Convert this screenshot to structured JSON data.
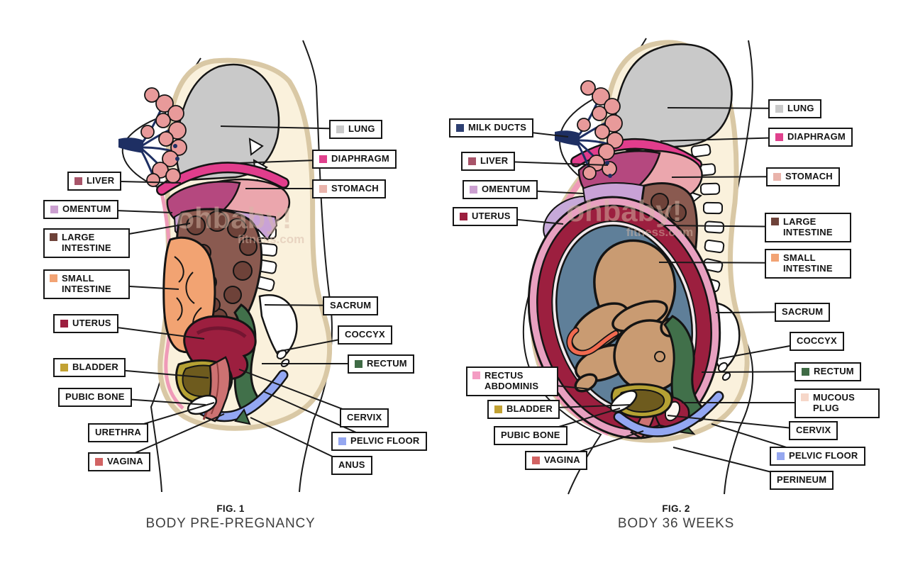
{
  "figures": [
    {
      "id": "fig1",
      "caption_title": "FIG. 1",
      "caption_subtitle": "BODY PRE-PREGNANCY",
      "labels": [
        {
          "text": "LIVER",
          "swatch": "#a85469"
        },
        {
          "text": "OMENTUM",
          "swatch": "#cb9fd0"
        },
        {
          "text": "LARGE INTESTINE",
          "swatch": "#6e4239"
        },
        {
          "text": "SMALL INTESTINE",
          "swatch": "#f2a374"
        },
        {
          "text": "UTERUS",
          "swatch": "#9c1f3f"
        },
        {
          "text": "BLADDER",
          "swatch": "#c2a233"
        },
        {
          "text": "PUBIC BONE"
        },
        {
          "text": "URETHRA"
        },
        {
          "text": "VAGINA",
          "swatch": "#d26363"
        },
        {
          "text": "LUNG",
          "swatch": "#c9c9c9"
        },
        {
          "text": "DIAPHRAGM",
          "swatch": "#e0418d"
        },
        {
          "text": "STOMACH",
          "swatch": "#e9b3ab"
        },
        {
          "text": "SACRUM"
        },
        {
          "text": "COCCYX"
        },
        {
          "text": "RECTUM",
          "swatch": "#3f6b45"
        },
        {
          "text": "CERVIX"
        },
        {
          "text": "PELVIC FLOOR",
          "swatch": "#95a7f0"
        },
        {
          "text": "ANUS"
        }
      ]
    },
    {
      "id": "fig2",
      "caption_title": "FIG. 2",
      "caption_subtitle": "BODY 36 WEEKS",
      "labels": [
        {
          "text": "MILK DUCTS",
          "swatch": "#2d3f72"
        },
        {
          "text": "LIVER",
          "swatch": "#a85469"
        },
        {
          "text": "OMENTUM",
          "swatch": "#cb9fd0"
        },
        {
          "text": "UTERUS",
          "swatch": "#9c1f3f"
        },
        {
          "text": "RECTUS ABDOMINIS",
          "swatch": "#f49cc3"
        },
        {
          "text": "BLADDER",
          "swatch": "#c2a233"
        },
        {
          "text": "PUBIC BONE"
        },
        {
          "text": "VAGINA",
          "swatch": "#d26363"
        },
        {
          "text": "LUNG",
          "swatch": "#c9c9c9"
        },
        {
          "text": "DIAPHRAGM",
          "swatch": "#e0418d"
        },
        {
          "text": "STOMACH",
          "swatch": "#e9b3ab"
        },
        {
          "text": "LARGE INTESTINE",
          "swatch": "#6e4239"
        },
        {
          "text": "SMALL INTESTINE",
          "swatch": "#f2a374"
        },
        {
          "text": "SACRUM"
        },
        {
          "text": "COCCYX"
        },
        {
          "text": "RECTUM",
          "swatch": "#3f6b45"
        },
        {
          "text": "MUCOUS PLUG",
          "swatch": "#f6d7c9"
        },
        {
          "text": "CERVIX"
        },
        {
          "text": "PELVIC FLOOR",
          "swatch": "#95a7f0"
        },
        {
          "text": "PERINEUM"
        }
      ]
    }
  ],
  "watermark": {
    "line1": "ohbaby!",
    "line2": "fitness.com"
  },
  "style": {
    "outline": "#1a1a1a",
    "label_border": "#161616",
    "body_fill": "#faf1dc",
    "body_edge": "#d9c8a5",
    "caption_color": "#3f3f3f"
  }
}
